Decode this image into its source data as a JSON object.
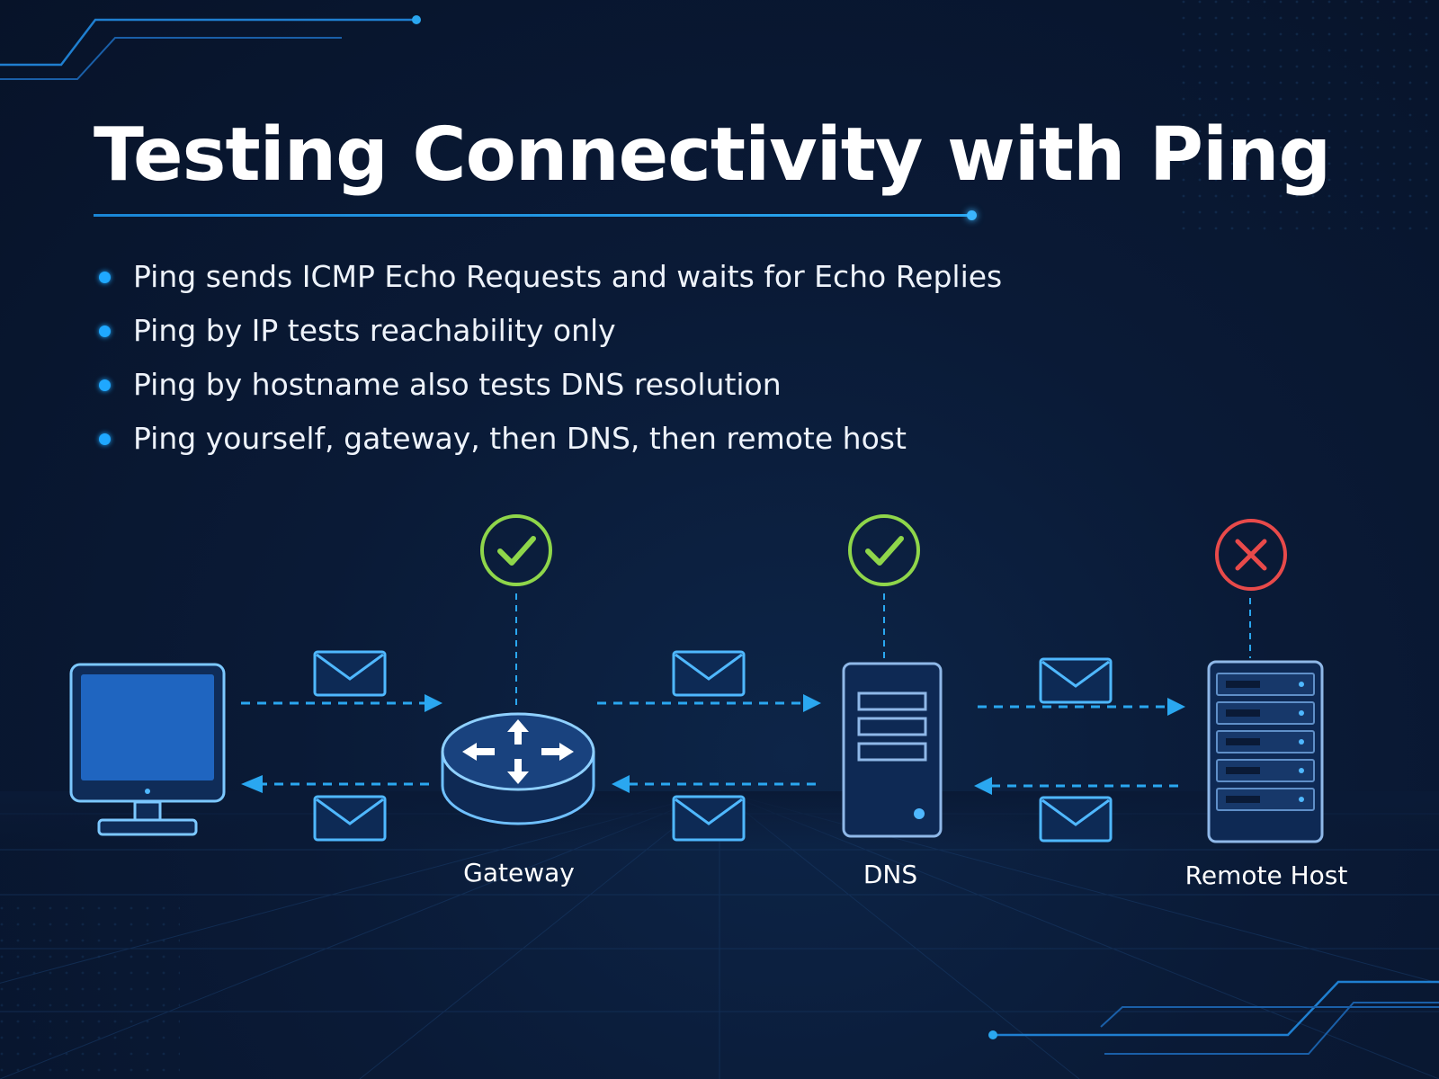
{
  "title": "Testing Connectivity with Ping",
  "bullets": [
    "Ping sends ICMP Echo Requests and waits for Echo Replies",
    "Ping by IP tests reachability only",
    "Ping by hostname also tests DNS resolution",
    "Ping yourself, gateway, then DNS, then remote host"
  ],
  "nodes": {
    "computer": {
      "label": "",
      "icon": "monitor-icon"
    },
    "gateway": {
      "label": "Gateway",
      "icon": "router-icon",
      "status": "success"
    },
    "dns": {
      "label": "DNS",
      "icon": "server-icon",
      "status": "success"
    },
    "remote": {
      "label": "Remote Host",
      "icon": "server-rack-icon",
      "status": "failure"
    }
  },
  "message_icon": "envelope-icon",
  "colors": {
    "background": "#0a1a36",
    "accent": "#1fa8ff",
    "success": "#8fd64a",
    "failure": "#e84a4a",
    "text": "#ffffff"
  }
}
